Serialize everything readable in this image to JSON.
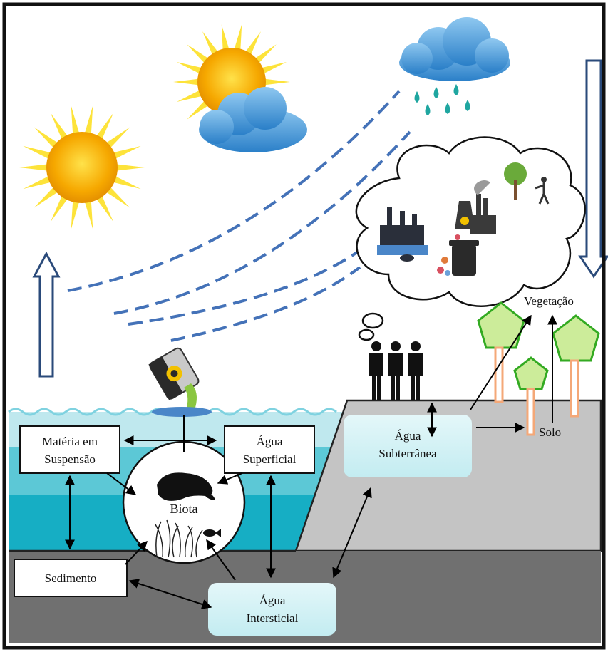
{
  "labels": {
    "materia": [
      "Matéria em",
      "Suspensão"
    ],
    "agua_superficial": [
      "Água",
      "Superficial"
    ],
    "biota": "Biota",
    "sedimento": "Sedimento",
    "agua_intersticial": [
      "Água",
      "Intersticial"
    ],
    "agua_subterranea": [
      "Água",
      "Subterrânea"
    ],
    "solo": "Solo",
    "vegetacao": "Vegetação"
  },
  "icons": {
    "sun": "sun-icon",
    "sun_cloud": "sun-behind-cloud-icon",
    "rain_cloud": "rain-cloud-icon",
    "barrel": "toxic-barrel-icon",
    "people": "people-group-icon",
    "manatee": "manatee-icon",
    "plants": "aquatic-plants-icon",
    "fish": "fish-icon",
    "industry": "industry-icon",
    "nuclear": "nuclear-plant-icon",
    "garbage": "garbage-bin-icon",
    "tree_cut": "tree-cutting-icon"
  },
  "colors": {
    "water_light": "#bfe8ee",
    "water_mid": "#5cc8d6",
    "water_deep": "#16aec4",
    "land": "#c4c4c4",
    "sediment": "#707070",
    "wind_dash": "#4472b8",
    "tree_fill": "#ccec9a",
    "tree_stroke": "#33aa22",
    "trunk": "#f4a878"
  }
}
